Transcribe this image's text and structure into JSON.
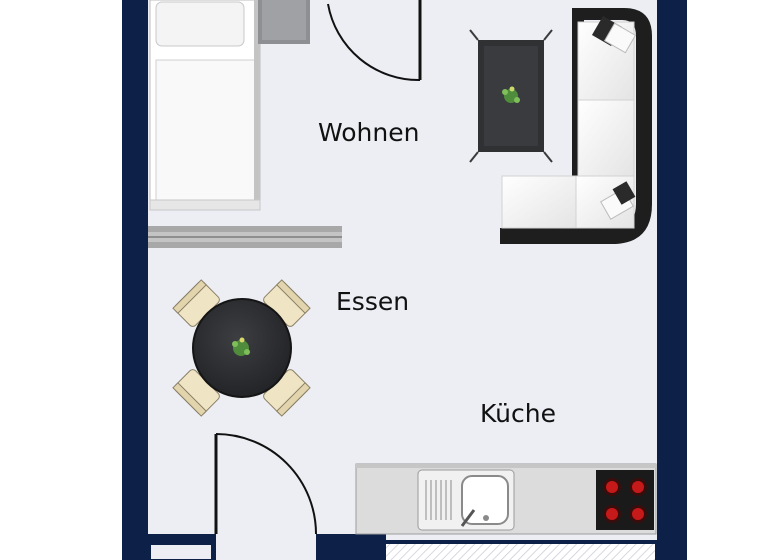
{
  "rooms": {
    "living": "Wohnen",
    "dining": "Essen",
    "kitchen": "Küche"
  },
  "colors": {
    "wall": "#0d2148",
    "floor": "#eceef3",
    "sofa": "#ffffff",
    "sofa_frame": "#1e1e1e",
    "table": "#2f3033",
    "chair": "#efe4c4",
    "counter": "#dcdcdc",
    "hob": "#1a1a1a",
    "hob_burner": "#c61a1a",
    "plant": "#4f8d3c",
    "shelf": "#a8a8a8"
  },
  "icons": [
    "bed-icon",
    "sofa-icon",
    "coffee-table-icon",
    "dining-table-icon",
    "chair-icon",
    "sink-icon",
    "hob-icon",
    "door-icon",
    "plant-icon"
  ]
}
